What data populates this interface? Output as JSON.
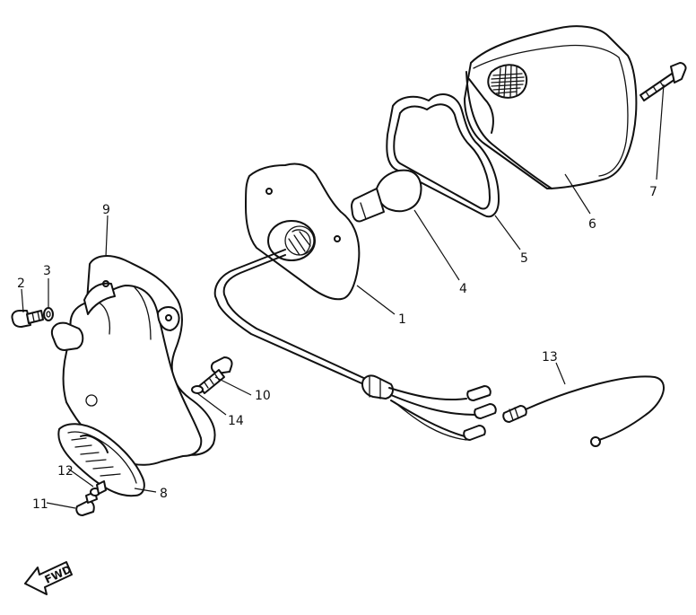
{
  "callouts": {
    "c1": "1",
    "c2": "2",
    "c3": "3",
    "c4": "4",
    "c5": "5",
    "c6": "6",
    "c7": "7",
    "c8": "8",
    "c9": "9",
    "c10": "10",
    "c11": "11",
    "c12": "12",
    "c13": "13",
    "c14": "14"
  },
  "direction_marker": "FWD"
}
